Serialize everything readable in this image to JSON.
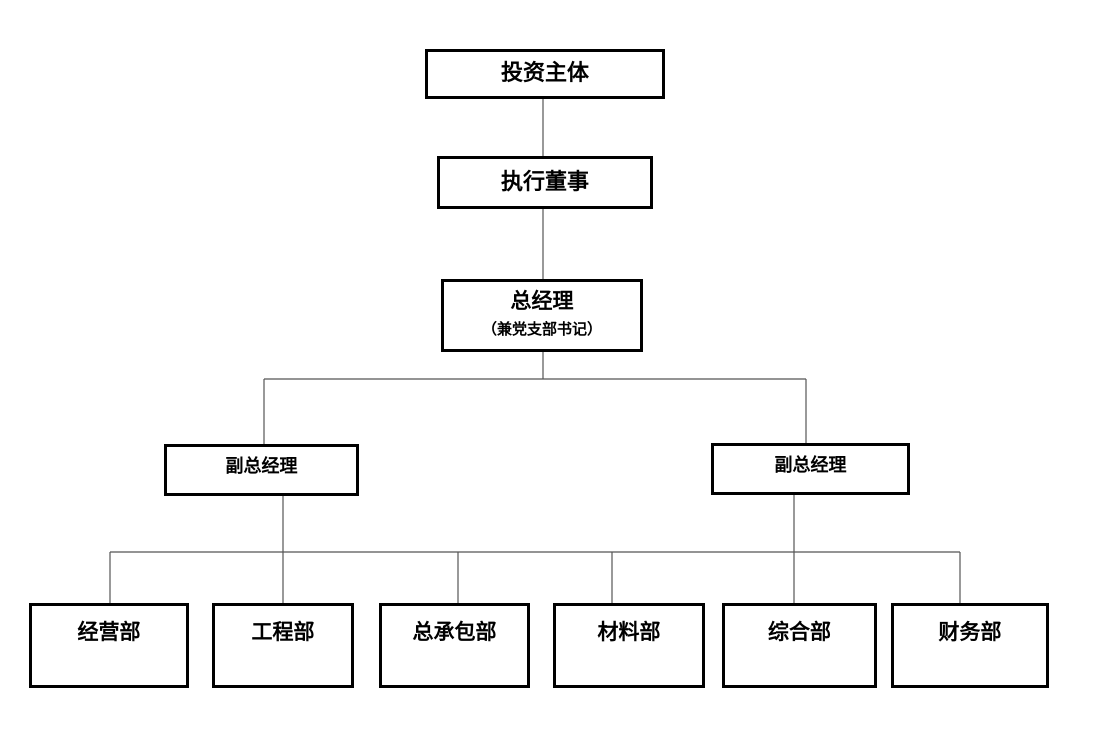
{
  "diagram": {
    "type": "org-chart",
    "line_color": "#555555",
    "box_border_color": "#000000",
    "top_text": "",
    "nodes": {
      "investor": "投资主体",
      "executive_director": "执行董事",
      "general_manager": "总经理",
      "general_manager_note": "（兼党支部书记）",
      "deputy_gm_left": "副总经理",
      "deputy_gm_right": "副总经理",
      "departments": [
        "经营部",
        "工程部",
        "总承包部",
        "材料部",
        "综合部",
        "财务部"
      ]
    },
    "edges": [
      [
        "investor",
        "executive_director"
      ],
      [
        "executive_director",
        "general_manager"
      ],
      [
        "general_manager",
        "deputy_gm_left"
      ],
      [
        "general_manager",
        "deputy_gm_right"
      ],
      [
        "deputy_gm_left",
        "departments"
      ],
      [
        "deputy_gm_right",
        "departments"
      ]
    ]
  }
}
